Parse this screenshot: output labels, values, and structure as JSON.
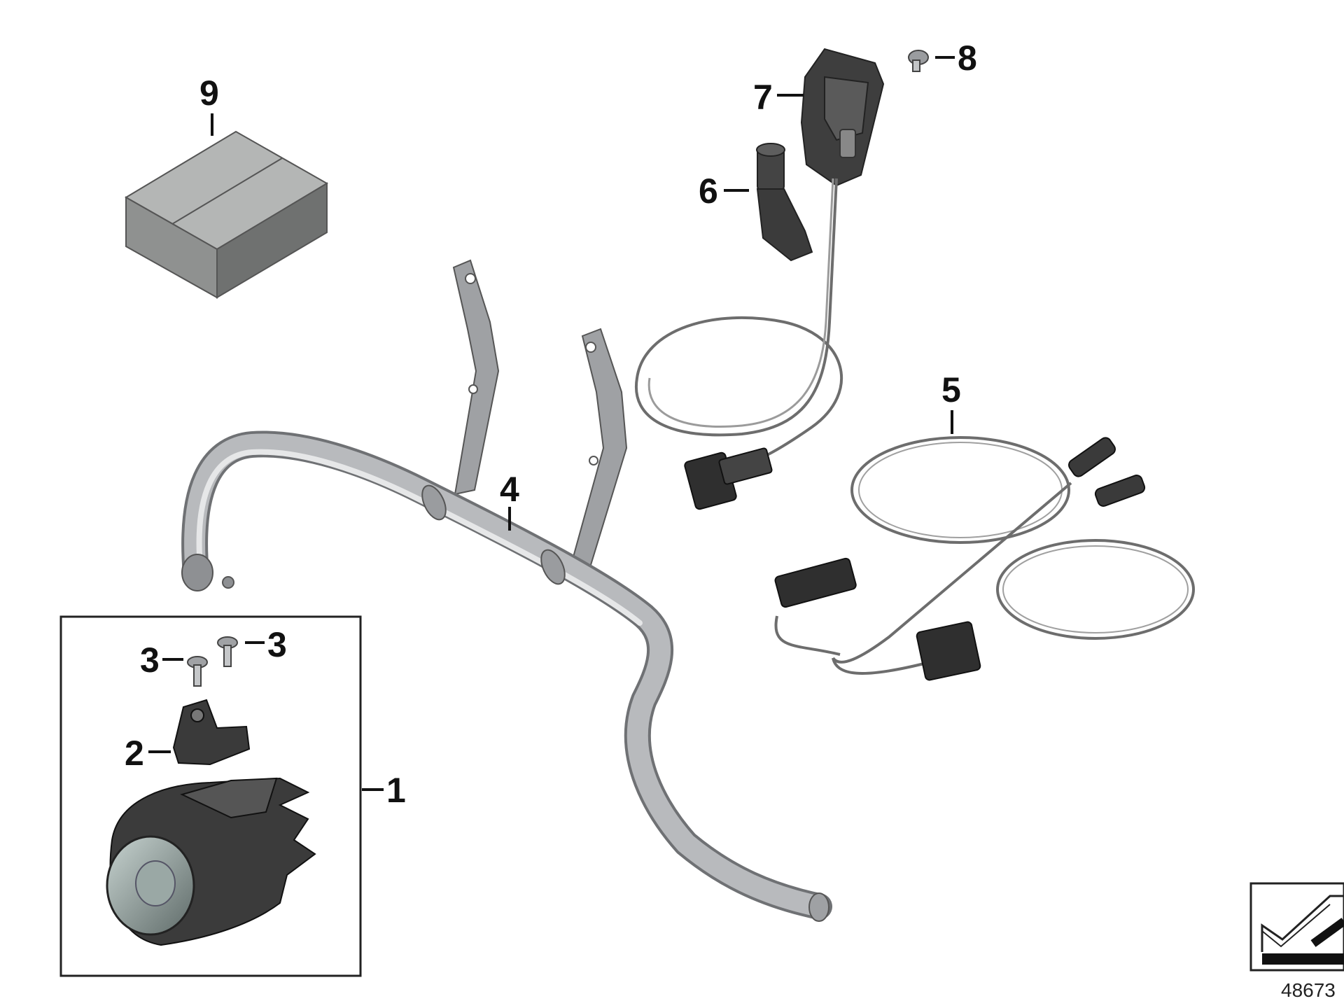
{
  "callouts": {
    "c1": "1",
    "c2": "2",
    "c3a": "3",
    "c3b": "3",
    "c4": "4",
    "c5": "5",
    "c6": "6",
    "c7": "7",
    "c8": "8",
    "c9": "9"
  },
  "document_number": "48673",
  "colors": {
    "metal": "#a9abad",
    "dark_part": "#3b3b3b",
    "box": "#8f9190",
    "cable": "#6d6d6d"
  }
}
